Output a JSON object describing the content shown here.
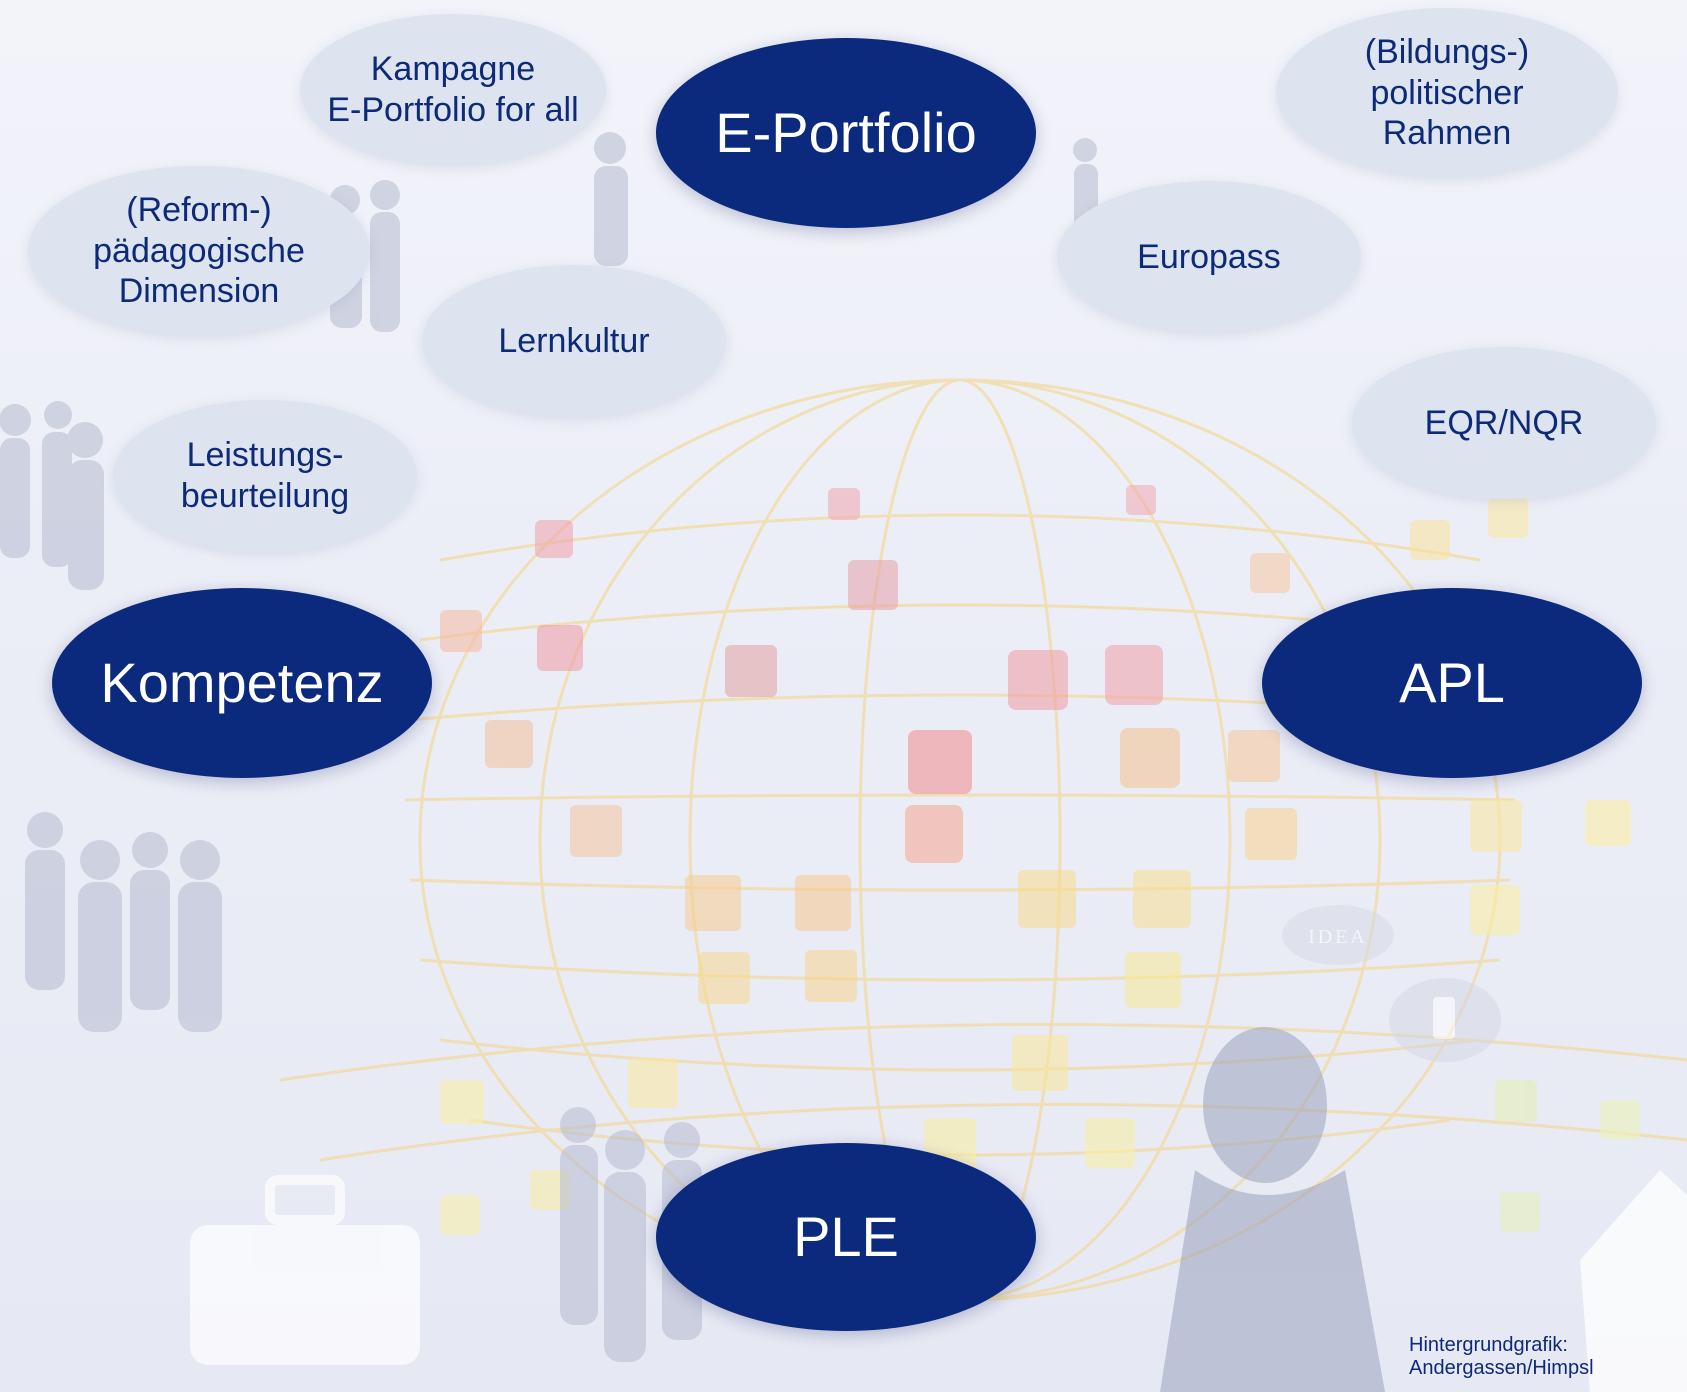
{
  "diagram": {
    "central_nodes": [
      {
        "id": "e-portfolio",
        "label": "E-Portfolio"
      },
      {
        "id": "kompetenz",
        "label": "Kompetenz"
      },
      {
        "id": "apl",
        "label": "APL"
      },
      {
        "id": "ple",
        "label": "PLE"
      }
    ],
    "topic_nodes": [
      {
        "id": "kampagne",
        "label": "Kampagne\nE-Portfolio for all"
      },
      {
        "id": "bildungspolitisch",
        "label": "(Bildungs-)\npolitischer\nRahmen"
      },
      {
        "id": "reformpaedagogisch",
        "label": "(Reform-)\npädagogische\nDimension"
      },
      {
        "id": "lernkultur",
        "label": "Lernkultur"
      },
      {
        "id": "europass",
        "label": "Europass"
      },
      {
        "id": "eqr-nqr",
        "label": "EQR/NQR"
      },
      {
        "id": "leistungsbeurteilung",
        "label": "Leistungs-\nbeurteilung"
      }
    ]
  },
  "credit": "Hintergrundgrafik:\nAndergassen/Himpsl",
  "background": {
    "watermark_text": "IDEA"
  },
  "colors": {
    "dark_node": "#0b2a7e",
    "light_node": "#dde4ef",
    "text_dark": "#0d2a78",
    "text_light": "#ffffff"
  }
}
